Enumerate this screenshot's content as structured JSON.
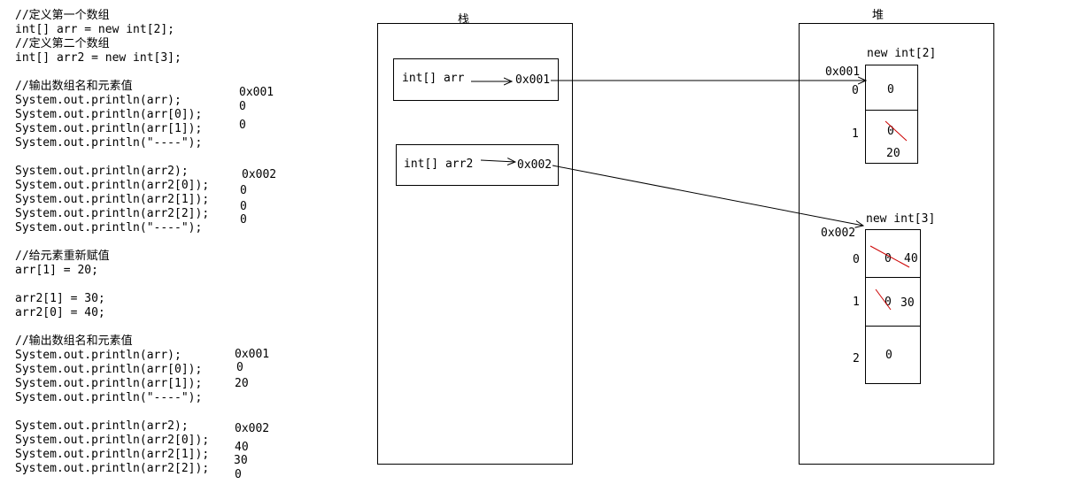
{
  "code": {
    "lines": [
      "//定义第一个数组",
      "int[] arr = new int[2];",
      "//定义第二个数组",
      "int[] arr2 = new int[3];",
      "",
      "//输出数组名和元素值",
      "System.out.println(arr);",
      "System.out.println(arr[0]);",
      "System.out.println(arr[1]);",
      "System.out.println(\"----\");",
      "",
      "System.out.println(arr2);",
      "System.out.println(arr2[0]);",
      "System.out.println(arr2[1]);",
      "System.out.println(arr2[2]);",
      "System.out.println(\"----\");",
      "",
      "//给元素重新赋值",
      "arr[1] = 20;",
      "",
      "arr2[1] = 30;",
      "arr2[0] = 40;",
      "",
      "//输出数组名和元素值",
      "System.out.println(arr);",
      "System.out.println(arr[0]);",
      "System.out.println(arr[1]);",
      "System.out.println(\"----\");",
      "",
      "System.out.println(arr2);",
      "System.out.println(arr2[0]);",
      "System.out.println(arr2[1]);",
      "System.out.println(arr2[2]);"
    ]
  },
  "outputs": {
    "first": [
      "0x001",
      "0",
      "0",
      "0x002",
      "0",
      "0",
      "0"
    ],
    "second": [
      "0x001",
      "0",
      "20",
      "0x002",
      "40",
      "30",
      "0"
    ]
  },
  "stack": {
    "title": "栈",
    "var1": {
      "label": "int[] arr",
      "addr": "0x001"
    },
    "var2": {
      "label": "int[] arr2",
      "addr": "0x002"
    }
  },
  "heap": {
    "title": "堆",
    "array1": {
      "label": "new int[2]",
      "addr": "0x001",
      "indices": [
        "0",
        "1"
      ],
      "values": [
        "0",
        "0"
      ],
      "new_values": [
        "",
        "20"
      ]
    },
    "array2": {
      "label": "new int[3]",
      "addr": "0x002",
      "indices": [
        "0",
        "1",
        "2"
      ],
      "values": [
        "0",
        "0",
        "0"
      ],
      "new_values": [
        "40",
        "30",
        ""
      ]
    }
  },
  "colors": {
    "strike": "#cc0000",
    "line": "#000000"
  }
}
